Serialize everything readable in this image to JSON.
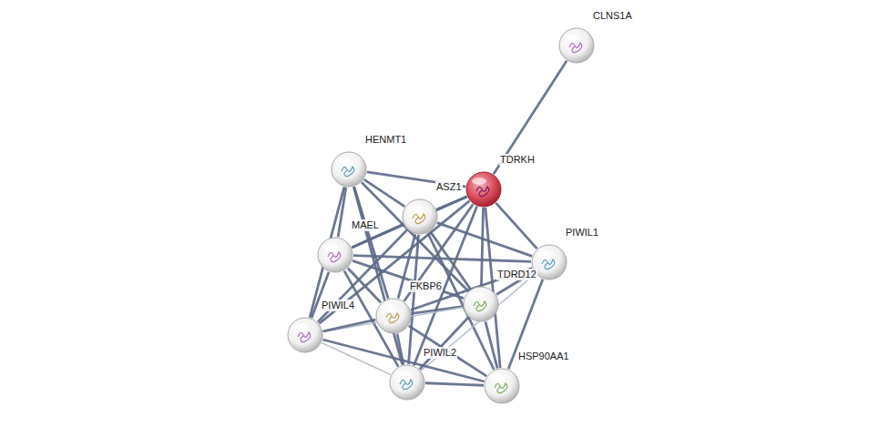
{
  "diagram": {
    "nodes": [
      {
        "text": [
          "CLNS1A"
        ]
      },
      {
        "text": [
          "HENMT1"
        ]
      },
      {
        "text": [
          "TDRKH"
        ]
      },
      {
        "text": [
          "ASZ1"
        ]
      },
      {
        "text": [
          "MAEL"
        ]
      },
      {
        "text": [
          "PIWIL1"
        ]
      },
      {
        "text": [
          "TDRD12"
        ]
      },
      {
        "text": [
          "FKBP6"
        ]
      },
      {
        "text": [
          "PIWIL4"
        ]
      },
      {
        "text": [
          "PIWIL2"
        ]
      },
      {
        "text": [
          "HSP90AA1"
        ]
      }
    ],
    "edges": [
      {
        "from": 0,
        "to": 2,
        "arrow": "none"
      },
      {
        "from": 2,
        "to": 1,
        "arrow": "none"
      },
      {
        "from": 2,
        "to": 3,
        "arrow": "none"
      },
      {
        "from": 2,
        "to": 4,
        "arrow": "none"
      },
      {
        "from": 2,
        "to": 5,
        "arrow": "none"
      },
      {
        "from": 2,
        "to": 6,
        "arrow": "none"
      },
      {
        "from": 2,
        "to": 7,
        "arrow": "none"
      },
      {
        "from": 2,
        "to": 8,
        "arrow": "none"
      },
      {
        "from": 2,
        "to": 9,
        "arrow": "none"
      },
      {
        "from": 2,
        "to": 10,
        "arrow": "none"
      },
      {
        "from": 1,
        "to": 3,
        "arrow": "none"
      },
      {
        "from": 1,
        "to": 4,
        "arrow": "none"
      },
      {
        "from": 1,
        "to": 7,
        "arrow": "none"
      },
      {
        "from": 1,
        "to": 8,
        "arrow": "none"
      },
      {
        "from": 1,
        "to": 9,
        "arrow": "none"
      },
      {
        "from": 1,
        "to": 6,
        "arrow": "none"
      },
      {
        "from": 3,
        "to": 4,
        "arrow": "none"
      },
      {
        "from": 3,
        "to": 5,
        "arrow": "none"
      },
      {
        "from": 3,
        "to": 6,
        "arrow": "none"
      },
      {
        "from": 3,
        "to": 7,
        "arrow": "none"
      },
      {
        "from": 3,
        "to": 8,
        "arrow": "none"
      },
      {
        "from": 3,
        "to": 9,
        "arrow": "none"
      },
      {
        "from": 3,
        "to": 10,
        "arrow": "none"
      },
      {
        "from": 4,
        "to": 5,
        "arrow": "none"
      },
      {
        "from": 4,
        "to": 6,
        "arrow": "none"
      },
      {
        "from": 4,
        "to": 7,
        "arrow": "none"
      },
      {
        "from": 4,
        "to": 8,
        "arrow": "none"
      },
      {
        "from": 4,
        "to": 9,
        "arrow": "none"
      },
      {
        "from": 5,
        "to": 6,
        "arrow": "none"
      },
      {
        "from": 5,
        "to": 7,
        "arrow": "none"
      },
      {
        "from": 5,
        "to": 9,
        "arrow": "none"
      },
      {
        "from": 5,
        "to": 10,
        "arrow": "none"
      },
      {
        "from": 6,
        "to": 7,
        "arrow": "none"
      },
      {
        "from": 6,
        "to": 9,
        "arrow": "none"
      },
      {
        "from": 6,
        "to": 10,
        "arrow": "none"
      },
      {
        "from": 6,
        "to": 8,
        "arrow": "none"
      },
      {
        "from": 7,
        "to": 8,
        "arrow": "none"
      },
      {
        "from": 7,
        "to": 9,
        "arrow": "none"
      },
      {
        "from": 7,
        "to": 10,
        "arrow": "none"
      },
      {
        "from": 8,
        "to": 9,
        "arrow": "none"
      },
      {
        "from": 8,
        "to": 10,
        "arrow": "none"
      },
      {
        "from": 9,
        "to": 10,
        "arrow": "none"
      }
    ]
  }
}
